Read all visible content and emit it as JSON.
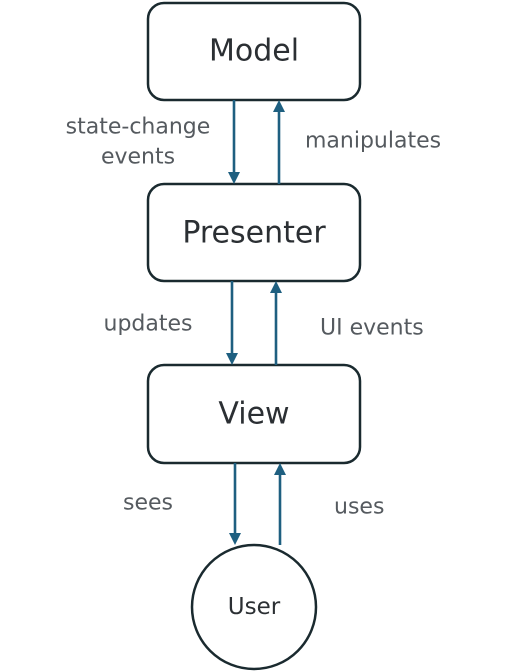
{
  "nodes": {
    "model": "Model",
    "presenter": "Presenter",
    "view": "View",
    "user": "User"
  },
  "edges": {
    "model_to_presenter": [
      "state-change",
      "events"
    ],
    "presenter_to_model": "manipulates",
    "presenter_to_view": "updates",
    "view_to_presenter": "UI events",
    "view_to_user": "sees",
    "user_to_view": "uses"
  },
  "colors": {
    "arrow": "#1e5f80",
    "box_border": "#1a2a2f",
    "text": "#2b2f33",
    "label": "#555a5f"
  }
}
